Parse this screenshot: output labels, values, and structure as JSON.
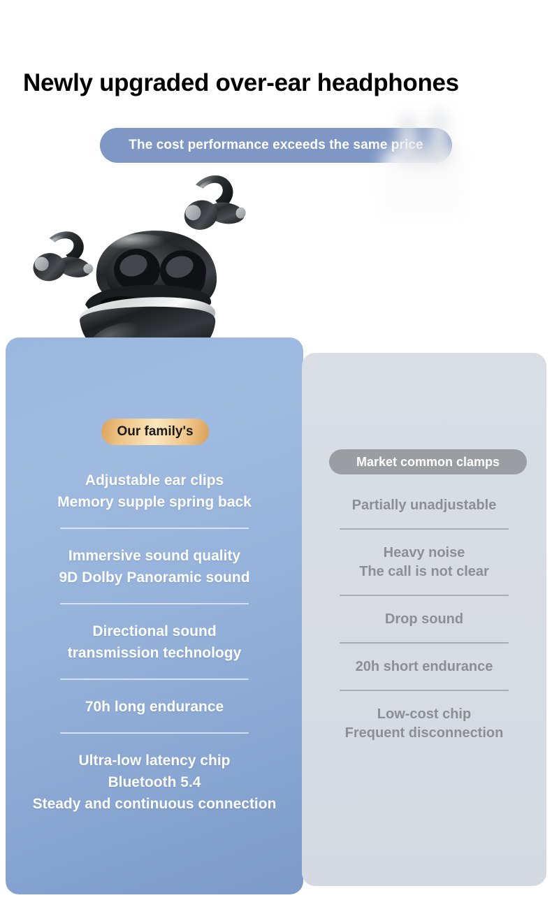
{
  "header": {
    "title": "Newly upgraded over-ear headphones",
    "subtitle": "The cost performance exceeds the same price"
  },
  "hero": {
    "product_image": "black-ear-clip-earbuds-with-charging-case",
    "competitor_image": "blurred-white-earbuds-case"
  },
  "comparison": {
    "ours": {
      "badge": "Our family's",
      "features": [
        {
          "lines": [
            "Adjustable ear clips",
            "Memory supple spring back"
          ]
        },
        {
          "lines": [
            "Immersive sound quality",
            "9D Dolby Panoramic sound"
          ]
        },
        {
          "lines": [
            "Directional sound",
            "transmission technology"
          ]
        },
        {
          "lines": [
            "70h long endurance"
          ]
        },
        {
          "lines": [
            "Ultra-low latency chip",
            "Bluetooth 5.4",
            "Steady and continuous connection"
          ]
        }
      ]
    },
    "market": {
      "badge": "Market common clamps",
      "features": [
        {
          "lines": [
            "Partially unadjustable"
          ]
        },
        {
          "lines": [
            "Heavy noise",
            "The call is not clear"
          ]
        },
        {
          "lines": [
            "Drop sound"
          ]
        },
        {
          "lines": [
            "20h short endurance"
          ]
        },
        {
          "lines": [
            "Low-cost chip",
            "Frequent disconnection"
          ]
        }
      ]
    }
  },
  "colors": {
    "subtitle_pill": "#7e97c4",
    "panel_blue": "#93b2dc",
    "panel_gray": "#d8dce3",
    "badge_gold": "#eec183",
    "badge_gray": "#9a9ea3",
    "title_text": "#000000",
    "ours_text": "#ffffff",
    "market_text": "#8b8f95"
  }
}
